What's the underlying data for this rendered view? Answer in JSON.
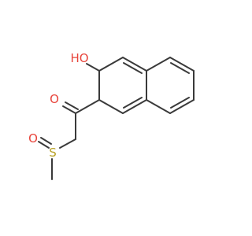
{
  "molecule": {
    "atoms": {
      "hydroxyl": {
        "label": "HO",
        "color": "#e8453c"
      },
      "carbonyl_oxygen": {
        "label": "O",
        "color": "#e8453c"
      },
      "sulfoxide_oxygen": {
        "label": "O",
        "color": "#e8453c"
      },
      "sulfur": {
        "label": "S",
        "color": "#b8a124"
      }
    },
    "bond_color": "#3a3a3a"
  }
}
